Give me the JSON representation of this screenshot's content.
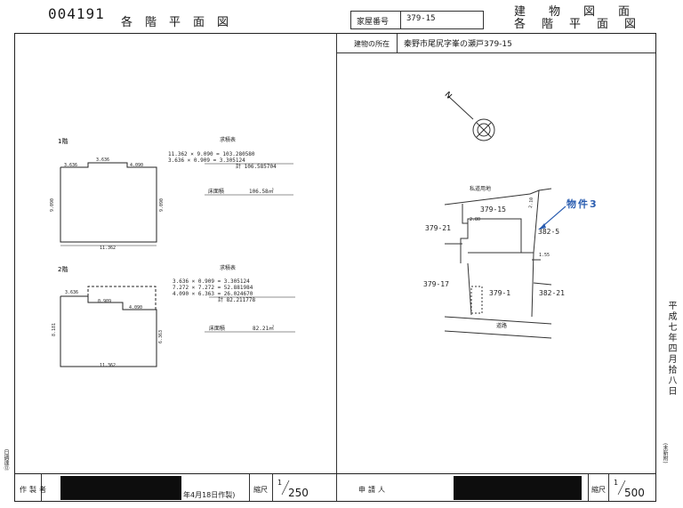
{
  "doc_number": "004191",
  "title_left": "各階平面図",
  "title_right_line1": "建物図面",
  "title_right_line2": "各階平面図",
  "header": {
    "house_number_label": "家屋番号",
    "house_number_value": "379-15",
    "location_label": "建物の所在",
    "location_value": "秦野市尾尻字峯の瀬戸379-15"
  },
  "floor1": {
    "label": "1階",
    "calc_title": "求積表",
    "calc_lines": [
      "11.362 × 9.090 = 103.280580",
      "3.636 × 0.909 = 3.305124",
      "計 106.585704"
    ],
    "area_label": "床面積",
    "area_value": "106.58㎡",
    "dims": {
      "top_left": "3.636",
      "top_mid": "3.636",
      "top_right": "4.090",
      "left": "9.090",
      "right": "9.090",
      "bottom": "11.362"
    }
  },
  "floor2": {
    "label": "2階",
    "calc_title": "求積表",
    "calc_lines": [
      "3.636 × 0.909 = 3.305124",
      "7.272 × 7.272 = 52.881984",
      "4.090 × 6.363 = 26.024670",
      "計 82.211778"
    ],
    "area_label": "床面積",
    "area_value": "82.21㎡",
    "dims": {
      "top_left": "3.636",
      "mid": "0.909",
      "right": "4.090",
      "left": "8.181",
      "right_side": "6.363",
      "bottom": "11.362"
    }
  },
  "site_plan": {
    "road_top": "私道用地",
    "road_bottom": "道路",
    "lots": [
      "379-15",
      "379-21",
      "382-5",
      "379-17",
      "379-1",
      "382-21"
    ],
    "dim_small": "2.80",
    "dim_side": "2.10",
    "dim_bottom": "1.55",
    "property_label": "物件3",
    "north_mark": "N"
  },
  "date_vertical": "平成七年四月拾八日",
  "side_note_left": "日調達⑫",
  "side_note_right": "(未新附)",
  "footer": {
    "maker_label": "作製者",
    "maker_date": "年4月18日作製)",
    "scale_label_left": "縮尺",
    "scale_left_num": "1",
    "scale_left_den": "250",
    "applicant_label": "申請人",
    "scale_label_right": "縮尺",
    "scale_right_num": "1",
    "scale_right_den": "500"
  },
  "colors": {
    "accent_blue": "#2a5db0",
    "redaction": "#0d0d0d"
  }
}
